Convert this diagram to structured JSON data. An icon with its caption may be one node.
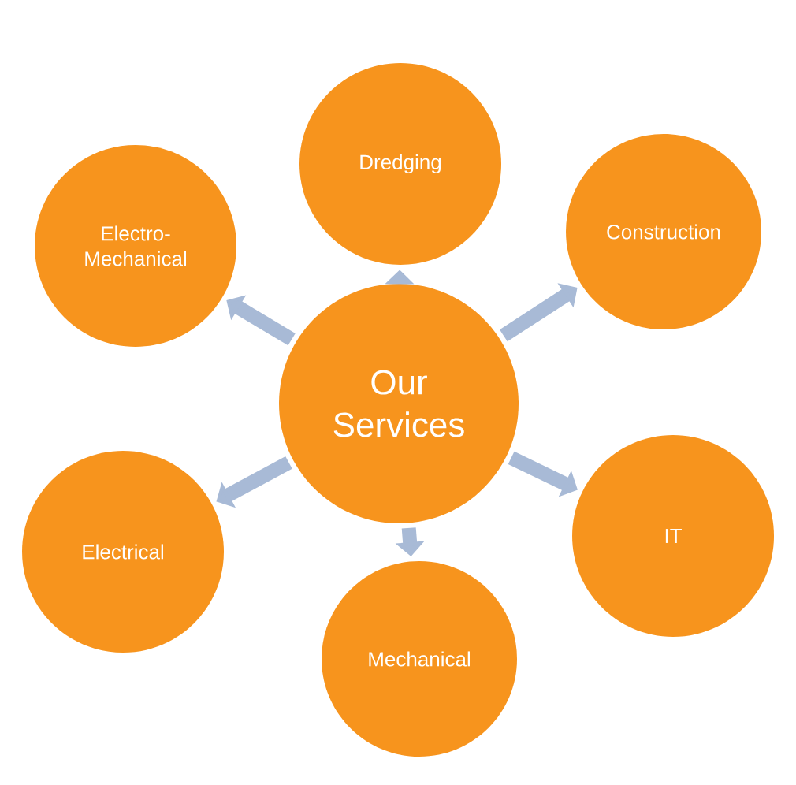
{
  "diagram": {
    "nodes": [
      {
        "text": [
          "Our Services"
        ]
      },
      {
        "text": [
          "Dredging"
        ]
      },
      {
        "text": [
          "Construction"
        ]
      },
      {
        "text": [
          "IT"
        ]
      },
      {
        "text": [
          "Mechanical"
        ]
      },
      {
        "text": [
          "Electrical"
        ]
      },
      {
        "text": [
          "Electro- Mechanical"
        ]
      }
    ],
    "edges": [
      {
        "from": 0,
        "to": 1,
        "arrow": "to"
      },
      {
        "from": 0,
        "to": 2,
        "arrow": "to"
      },
      {
        "from": 0,
        "to": 3,
        "arrow": "to"
      },
      {
        "from": 0,
        "to": 4,
        "arrow": "to"
      },
      {
        "from": 0,
        "to": 5,
        "arrow": "to"
      },
      {
        "from": 0,
        "to": 6,
        "arrow": "to"
      }
    ]
  }
}
